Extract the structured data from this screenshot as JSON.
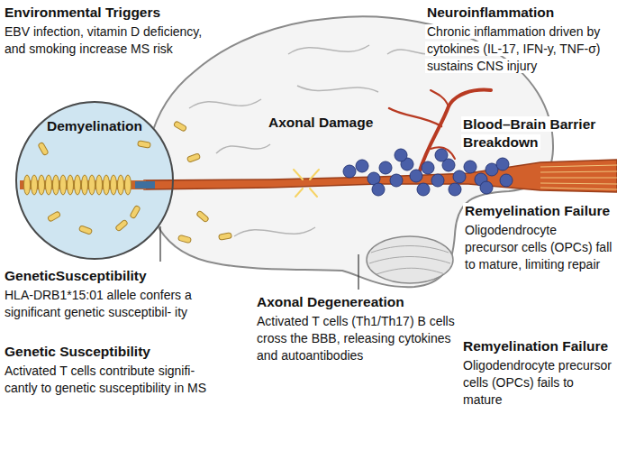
{
  "diagram": {
    "nodes": [
      {
        "text": [
          "Demyelination"
        ]
      }
    ],
    "labels": [
      "Environmental Triggers",
      "EBV infection, vitamin D deficiency, and smoking increase MS risk",
      "Neuroinflammation",
      "Chronic inflammation driven by cytokines (IL-17, IFN-y, TNF-σ) sustains CNS injury",
      "Axonal Damage",
      "Blood–Brain Barrier Breakdown",
      "Remyelination Failure",
      "Oligodendrocyte precursor cells (OPCs) fall to mature, limiting repair",
      "GeneticSusceptibility",
      "HLA-DRB1*15:01 allele confers a significant genetic susceptibil- ity",
      "Axonal Degenereation",
      "Activated T cells (Th1/Th17) B cells cross the BBB, releasing cytokines and autoantibodies",
      "Genetic Susceptibility",
      "Activated T cells contribute signifi- cantly to genetic susceptibility in MS",
      "Remyelination Failure",
      "Oligodendrocyte precursor cells (OPCs) fails to mature"
    ]
  }
}
